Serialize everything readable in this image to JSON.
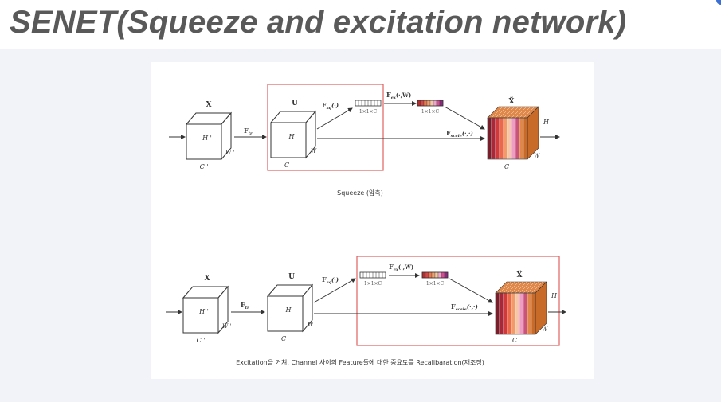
{
  "slide": {
    "title": "SENET(Squeeze and excitation network)",
    "accent_color": "#3b6fd6",
    "highlight_color": "#e06060"
  },
  "diagram_labels": {
    "input": "X",
    "input_h": "H '",
    "input_w": "W '",
    "input_c": "C '",
    "f_tr": "F",
    "f_tr_sub": "tr",
    "feature": "U",
    "feature_h": "H",
    "feature_w": "W",
    "feature_c": "C",
    "f_sq": "F",
    "f_sq_sub": "sq",
    "f_sq_arg": "(·)",
    "vec_dims": "1×1×C",
    "f_ex": "F",
    "f_ex_sub": "ex",
    "f_ex_arg": "(·,W)",
    "f_scale": "F",
    "f_scale_sub": "scale",
    "f_scale_arg": "(·,·)",
    "output": "X̃",
    "output_h": "H",
    "output_w": "W",
    "output_c": "C"
  },
  "captions": {
    "squeeze": "Squeeze (압축)",
    "excitation": "Excitation을 거쳐, Channel 사이의 Feature들에 대한 중요도를 Recalibaration(재조정)"
  },
  "excitation_colors": [
    "#b03030",
    "#d04848",
    "#e87a50",
    "#f0a070",
    "#f4c8a0",
    "#e8a8c8",
    "#d05090",
    "#8a2b80"
  ],
  "output_colors": [
    "#7a1f2a",
    "#a82838",
    "#d03a3a",
    "#e86a4a",
    "#f29a6a",
    "#f6c7a6",
    "#ee9ec4",
    "#c8547c",
    "#e0884a",
    "#c86a28"
  ]
}
